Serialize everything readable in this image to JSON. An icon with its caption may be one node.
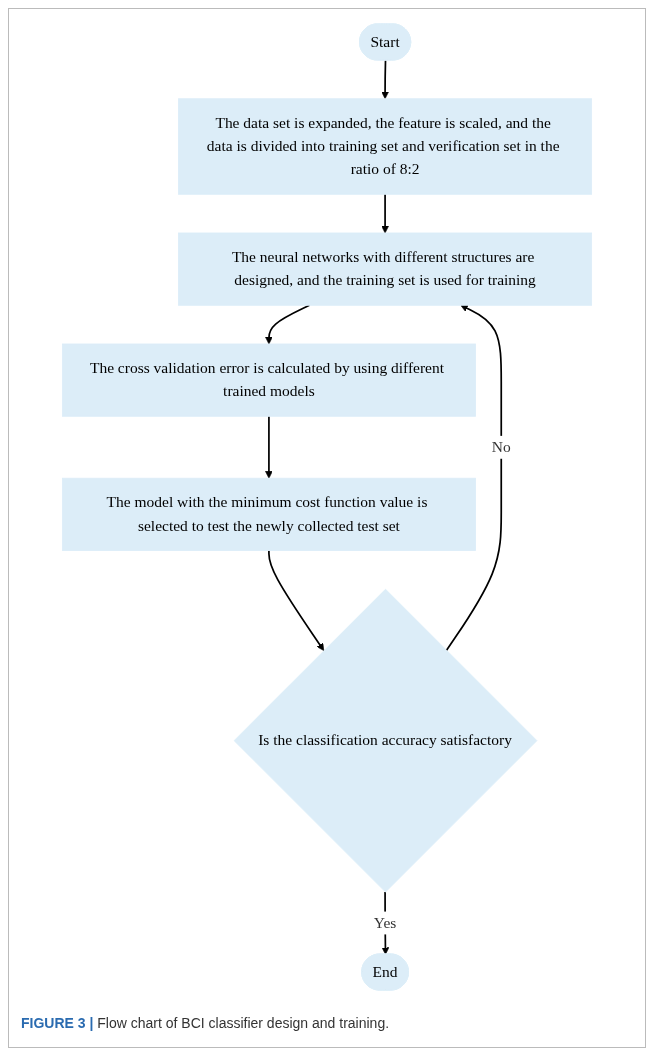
{
  "diagram": {
    "caption": "**FIGURE 3 |** Flow chart of BCI classifier design and training.",
    "nodes": [
      {
        "text": [
          "Start"
        ]
      },
      {
        "text": [
          "The data set is expanded, the feature is scaled, and the data is divided into training set and verification set in the ratio of 8:2"
        ]
      },
      {
        "text": [
          "The neural networks with different structures are designed, and the training set is used for training"
        ]
      },
      {
        "text": [
          "The cross validation error is calculated by using different trained models"
        ]
      },
      {
        "text": [
          "The model with the minimum cost function value is selected to test the newly collected test set"
        ]
      },
      {
        "text": [
          "Is the classification accuracy satisfactory"
        ]
      },
      {
        "text": [
          "End"
        ]
      }
    ],
    "edges": [
      {
        "from": 0,
        "to": 1,
        "arrow": "to"
      },
      {
        "from": 1,
        "to": 2,
        "arrow": "to"
      },
      {
        "from": 2,
        "to": 3,
        "arrow": "to"
      },
      {
        "from": 3,
        "to": 4,
        "arrow": "to"
      },
      {
        "from": 4,
        "to": 5,
        "arrow": "to"
      },
      {
        "from": 5,
        "to": 2,
        "arrow": "to",
        "label": "No"
      },
      {
        "from": 5,
        "to": 6,
        "arrow": "to",
        "label": "Yes"
      }
    ]
  }
}
